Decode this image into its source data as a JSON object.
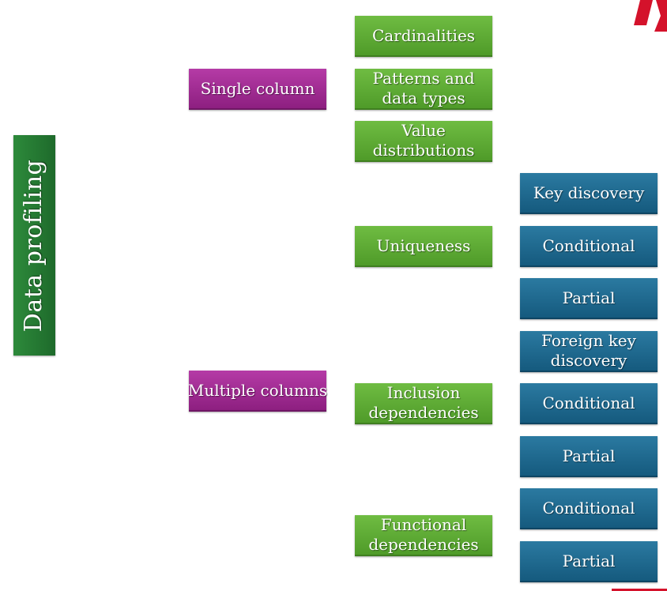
{
  "root": {
    "label": "Data profiling"
  },
  "categories": {
    "single": "Single column",
    "multiple": "Multiple columns"
  },
  "single_column_tasks": {
    "cardinalities": "Cardinalities",
    "patterns": "Patterns and\ndata types",
    "distributions": "Value\ndistributions"
  },
  "multiple_column_tasks": {
    "uniqueness": "Uniqueness",
    "inclusion": "Inclusion\ndependencies",
    "functional": "Functional\ndependencies"
  },
  "uniqueness_subtasks": {
    "key_discovery": "Key discovery",
    "conditional": "Conditional",
    "partial": "Partial"
  },
  "inclusion_subtasks": {
    "foreign_key": "Foreign key\ndiscovery",
    "conditional": "Conditional",
    "partial": "Partial"
  },
  "functional_subtasks": {
    "conditional": "Conditional",
    "partial": "Partial"
  },
  "colors": {
    "root": "#24783a",
    "category": "#a1308f",
    "task": "#5fae37",
    "subtask": "#1f6a92",
    "accent": "#d4122b"
  }
}
